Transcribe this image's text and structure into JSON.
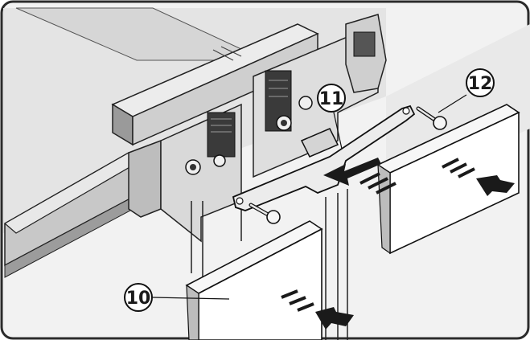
{
  "callouts": {
    "part_10": "10",
    "part_11": "11",
    "part_12": "12"
  },
  "colors": {
    "background": "#ffffff",
    "frame": "#2b2b2b",
    "panel_light": "#dcdcdc",
    "panel_mid": "#bdbdbd",
    "panel_dark": "#8f8f8f",
    "line": "#1e1e1e",
    "arrow": "#1a1a1a"
  },
  "icons": {
    "arrow": "push-arrow-icon",
    "screw": "screw-icon"
  }
}
